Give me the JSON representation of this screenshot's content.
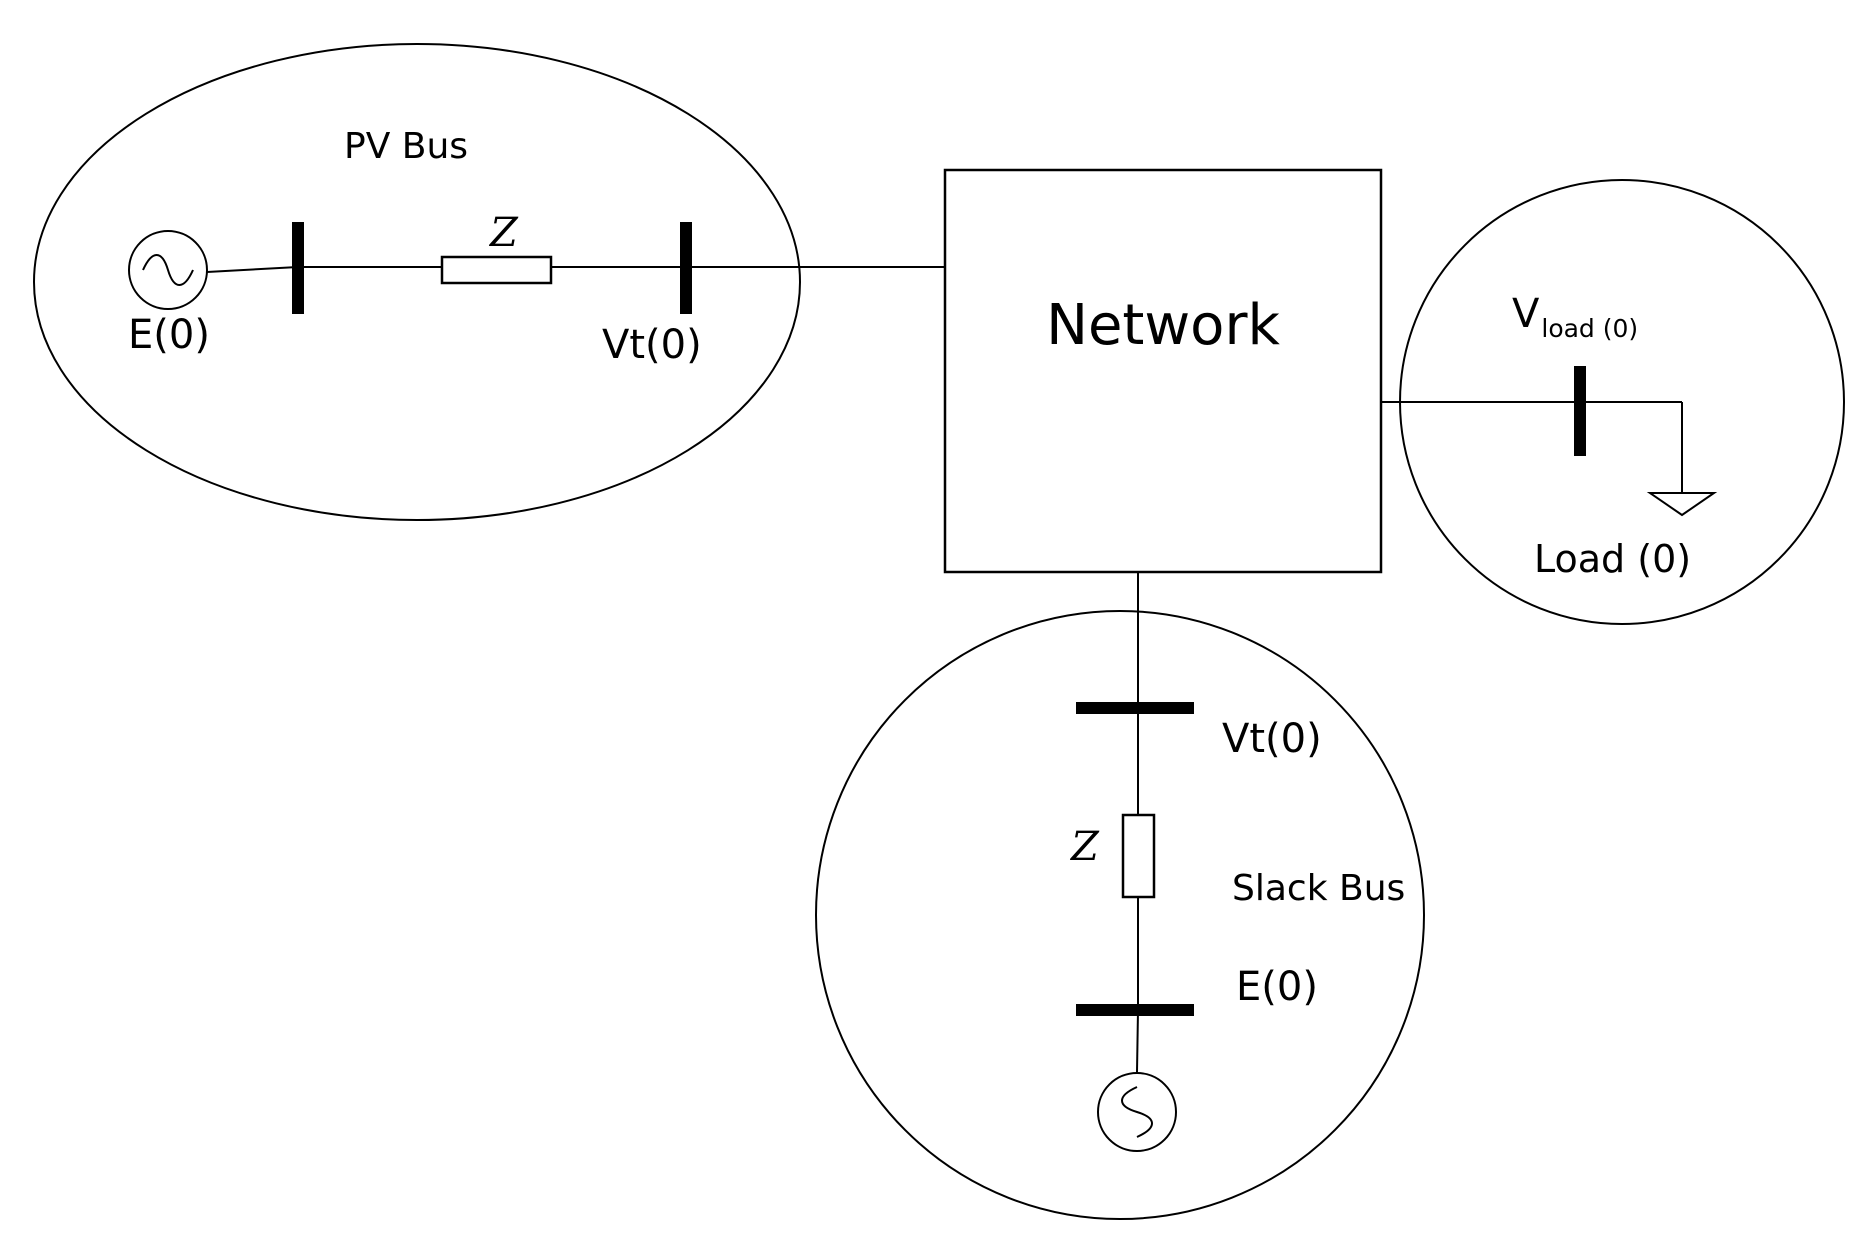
{
  "network": {
    "label": "Network"
  },
  "pv_bus": {
    "title": "PV Bus",
    "source_label": "E(0)",
    "impedance_label": "Z",
    "terminal_label": "Vt(0)"
  },
  "load_bus": {
    "voltage_main": "V",
    "voltage_sub": "load (0)",
    "load_label": "Load (0)"
  },
  "slack_bus": {
    "title": "Slack Bus",
    "terminal_label": "Vt(0)",
    "impedance_label": "Z",
    "source_label": "E(0)"
  },
  "icons": {
    "generator": "ac-source-icon",
    "ground": "load-arrow-icon"
  }
}
